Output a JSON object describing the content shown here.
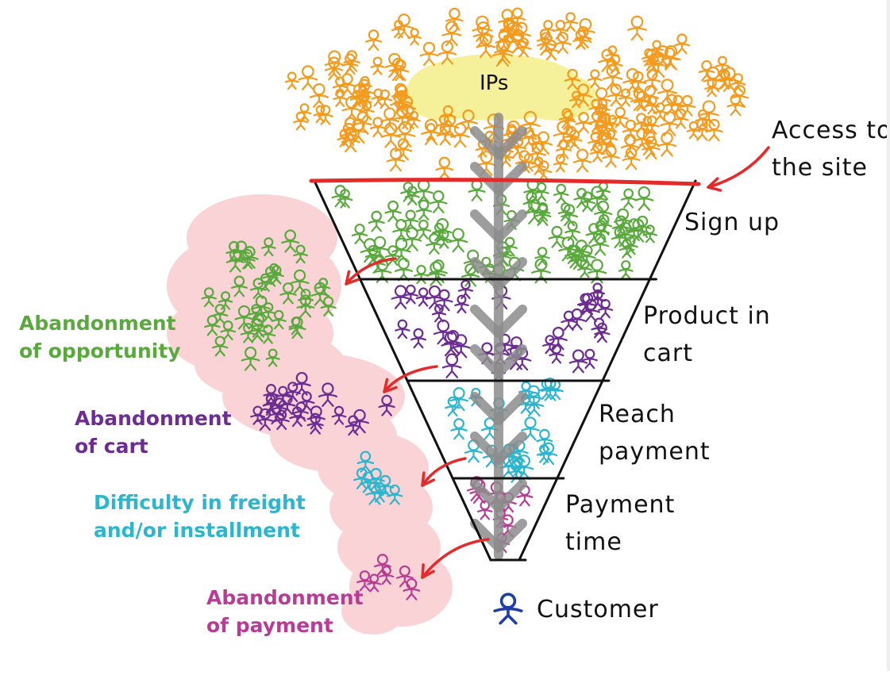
{
  "diagram": {
    "top_label": "IPs",
    "stages": [
      {
        "id": "access",
        "label_lines": [
          "Access to",
          "the site"
        ],
        "color": "#f39b1e"
      },
      {
        "id": "signup",
        "label_lines": [
          "Sign up"
        ],
        "color": "#59a93d"
      },
      {
        "id": "cart",
        "label_lines": [
          "Product in",
          "cart"
        ],
        "color": "#6c2c93"
      },
      {
        "id": "reach_payment",
        "label_lines": [
          "Reach",
          "payment"
        ],
        "color": "#2bb5cf"
      },
      {
        "id": "payment_time",
        "label_lines": [
          "Payment",
          "time"
        ],
        "color": "#b83c95"
      }
    ],
    "final": {
      "label": "Customer",
      "color": "#1e3fa6"
    },
    "abandonments": [
      {
        "id": "opportunity",
        "label_lines": [
          "Abandonment",
          "of opportunity"
        ],
        "color": "#59a93d"
      },
      {
        "id": "cart",
        "label_lines": [
          "Abandonment",
          "of cart"
        ],
        "color": "#6c2c93"
      },
      {
        "id": "freight",
        "label_lines": [
          "Difficulty in freight",
          "and/or installment"
        ],
        "color": "#2bb5cf"
      },
      {
        "id": "payment",
        "label_lines": [
          "Abandonment",
          "of payment"
        ],
        "color": "#b83c95"
      }
    ],
    "colors": {
      "accent_red": "#e52a2a",
      "highlight_yellow": "#f5f09a",
      "abandon_pink": "#f9d3d6",
      "flow_arrow_gray": "#8c8c8c",
      "outline": "#111111"
    }
  }
}
